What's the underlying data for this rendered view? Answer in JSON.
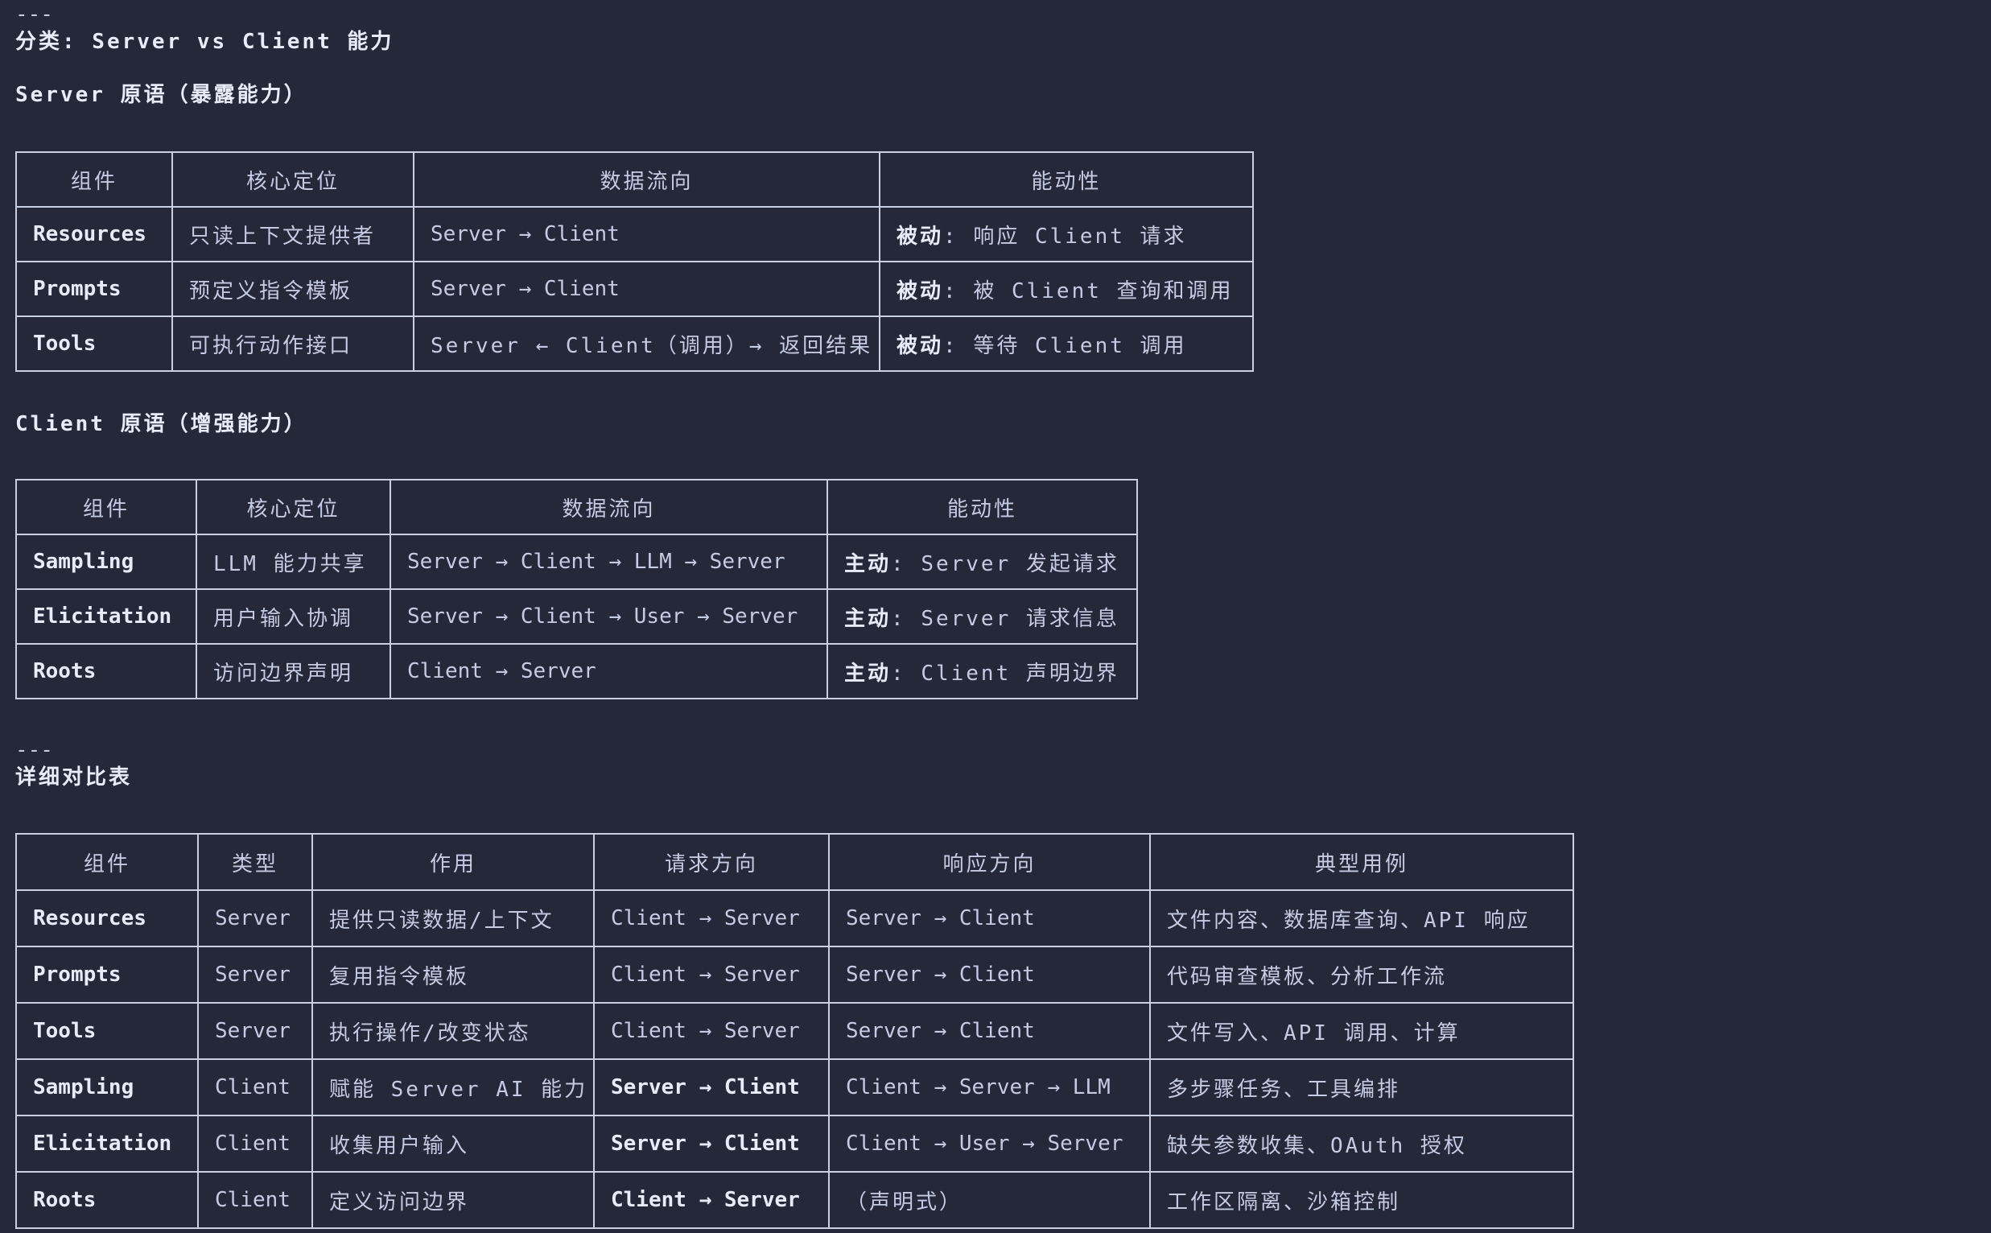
{
  "theme": {
    "background": "#252839",
    "text": "#c5cbe3",
    "bold_text": "#e9ecf8",
    "table_border": "#c9cfe2"
  },
  "intro": {
    "rule_top": "---",
    "category_heading": "分类: Server vs Client 能力",
    "server_primitives_heading": "Server 原语（暴露能力）",
    "client_primitives_heading": "Client 原语（增强能力）",
    "rule_middle": "---",
    "detail_heading": "详细对比表"
  },
  "server_table": {
    "headers": [
      "组件",
      "核心定位",
      "数据流向",
      "能动性"
    ],
    "rows": [
      [
        {
          "t": "Resources",
          "b": true
        },
        {
          "t": "只读上下文提供者"
        },
        {
          "t": "Server → Client"
        },
        {
          "p": [
            {
              "t": "被动",
              "b": true
            },
            {
              "t": ": 响应 Client 请求"
            }
          ]
        }
      ],
      [
        {
          "t": "Prompts",
          "b": true
        },
        {
          "t": "预定义指令模板"
        },
        {
          "t": "Server → Client"
        },
        {
          "p": [
            {
              "t": "被动",
              "b": true
            },
            {
              "t": ": 被 Client 查询和调用"
            }
          ]
        }
      ],
      [
        {
          "t": "Tools",
          "b": true
        },
        {
          "t": "可执行动作接口"
        },
        {
          "t": "Server ← Client（调用）→ 返回结果"
        },
        {
          "p": [
            {
              "t": "被动",
              "b": true
            },
            {
              "t": ": 等待 Client 调用"
            }
          ]
        }
      ]
    ]
  },
  "client_table": {
    "headers": [
      "组件",
      "核心定位",
      "数据流向",
      "能动性"
    ],
    "rows": [
      [
        {
          "t": "Sampling",
          "b": true
        },
        {
          "t": "LLM 能力共享"
        },
        {
          "t": "Server → Client → LLM → Server"
        },
        {
          "p": [
            {
              "t": "主动",
              "b": true
            },
            {
              "t": ": Server 发起请求"
            }
          ]
        }
      ],
      [
        {
          "t": "Elicitation",
          "b": true
        },
        {
          "t": "用户输入协调"
        },
        {
          "t": "Server → Client → User → Server"
        },
        {
          "p": [
            {
              "t": "主动",
              "b": true
            },
            {
              "t": ": Server 请求信息"
            }
          ]
        }
      ],
      [
        {
          "t": "Roots",
          "b": true
        },
        {
          "t": "访问边界声明"
        },
        {
          "t": "Client → Server"
        },
        {
          "p": [
            {
              "t": "主动",
              "b": true
            },
            {
              "t": ": Client 声明边界"
            }
          ]
        }
      ]
    ]
  },
  "detail_table": {
    "headers": [
      "组件",
      "类型",
      "作用",
      "请求方向",
      "响应方向",
      "典型用例"
    ],
    "rows": [
      [
        {
          "t": "Resources",
          "b": true
        },
        {
          "t": "Server"
        },
        {
          "t": "提供只读数据/上下文"
        },
        {
          "t": "Client → Server"
        },
        {
          "t": "Server → Client"
        },
        {
          "t": "文件内容、数据库查询、API 响应"
        }
      ],
      [
        {
          "t": "Prompts",
          "b": true
        },
        {
          "t": "Server"
        },
        {
          "t": "复用指令模板"
        },
        {
          "t": "Client → Server"
        },
        {
          "t": "Server → Client"
        },
        {
          "t": "代码审查模板、分析工作流"
        }
      ],
      [
        {
          "t": "Tools",
          "b": true
        },
        {
          "t": "Server"
        },
        {
          "t": "执行操作/改变状态"
        },
        {
          "t": "Client → Server"
        },
        {
          "t": "Server → Client"
        },
        {
          "t": "文件写入、API 调用、计算"
        }
      ],
      [
        {
          "t": "Sampling",
          "b": true
        },
        {
          "t": "Client"
        },
        {
          "t": "赋能 Server AI 能力"
        },
        {
          "t": "Server → Client",
          "b": true
        },
        {
          "t": "Client → Server → LLM"
        },
        {
          "t": "多步骤任务、工具编排"
        }
      ],
      [
        {
          "t": "Elicitation",
          "b": true
        },
        {
          "t": "Client"
        },
        {
          "t": "收集用户输入"
        },
        {
          "t": "Server → Client",
          "b": true
        },
        {
          "t": "Client → User → Server"
        },
        {
          "t": "缺失参数收集、OAuth 授权"
        }
      ],
      [
        {
          "t": "Roots",
          "b": true
        },
        {
          "t": "Client"
        },
        {
          "t": "定义访问边界"
        },
        {
          "t": "Client → Server",
          "b": true
        },
        {
          "t": "（声明式）"
        },
        {
          "t": "工作区隔离、沙箱控制"
        }
      ]
    ]
  }
}
